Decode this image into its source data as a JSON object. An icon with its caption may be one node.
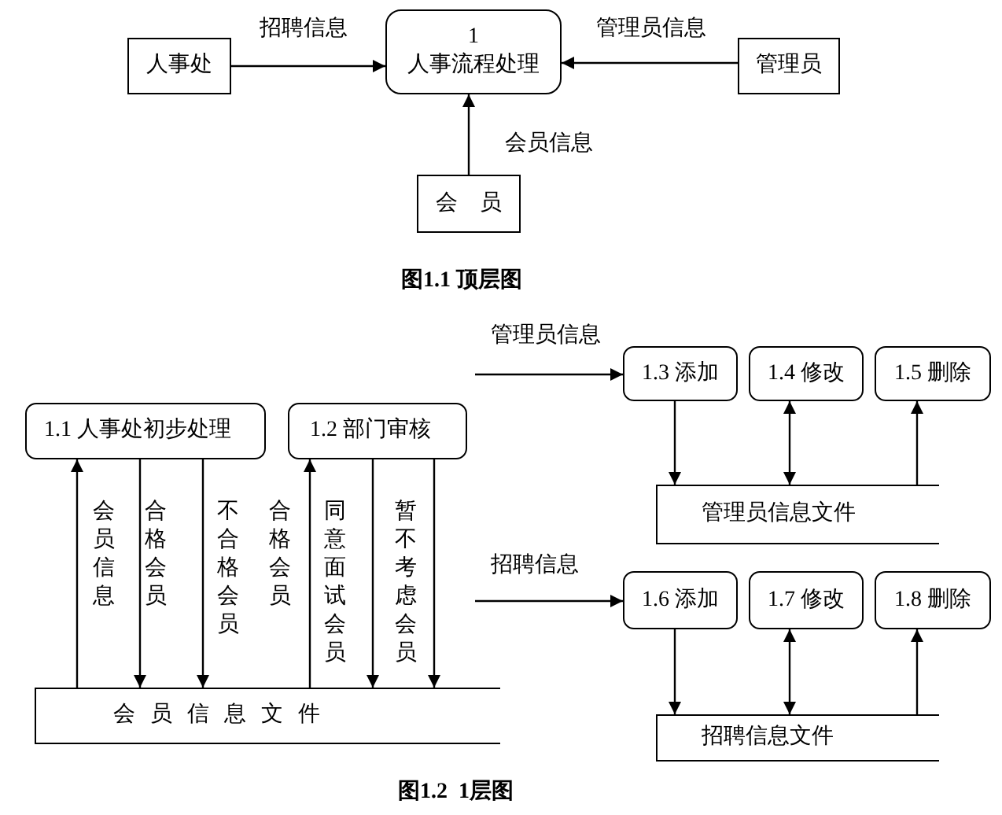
{
  "diagram": {
    "nodes": [
      {
        "text": [
          "人事处"
        ]
      },
      {
        "text": [
          "1",
          "人事流程处理"
        ]
      },
      {
        "text": [
          "管理员"
        ]
      },
      {
        "text": [
          "会　员"
        ]
      },
      {
        "text": [
          "1.1 人事处初步处理"
        ]
      },
      {
        "text": [
          "1.2 部门审核"
        ]
      },
      {
        "text": [
          "1.3 添加"
        ]
      },
      {
        "text": [
          "1.4 修改"
        ]
      },
      {
        "text": [
          "1.5 删除"
        ]
      },
      {
        "text": [
          "管理员信息文件"
        ]
      },
      {
        "text": [
          "1.6 添加"
        ]
      },
      {
        "text": [
          "1.7 修改"
        ]
      },
      {
        "text": [
          "1.8 删除"
        ]
      },
      {
        "text": [
          "招聘信息文件"
        ]
      },
      {
        "text": [
          "会 员 信 息 文 件"
        ]
      }
    ],
    "edges": [
      {
        "from": 0,
        "to": 1,
        "arrow": "to",
        "label": "招聘信息"
      },
      {
        "from": 2,
        "to": 1,
        "arrow": "to",
        "label": "管理员信息"
      },
      {
        "from": 3,
        "to": 1,
        "arrow": "to",
        "label": "会员信息"
      },
      {
        "from": 14,
        "to": 4,
        "arrow": "to",
        "label": "会员信息"
      },
      {
        "from": 4,
        "to": 14,
        "arrow": "to",
        "label": "合格会员"
      },
      {
        "from": 4,
        "to": 14,
        "arrow": "to",
        "label": "不合格会员"
      },
      {
        "from": 14,
        "to": 5,
        "arrow": "to",
        "label": "合格会员"
      },
      {
        "from": 5,
        "to": 14,
        "arrow": "to",
        "label": "同意面试会员"
      },
      {
        "from": 5,
        "to": 14,
        "arrow": "to",
        "label": "暂不考虑会员"
      },
      {
        "from": null,
        "to": 6,
        "arrow": "to",
        "label": "管理员信息"
      },
      {
        "from": 6,
        "to": 9,
        "arrow": "to"
      },
      {
        "from": 7,
        "to": 9,
        "arrow": "both"
      },
      {
        "from": 9,
        "to": 8,
        "arrow": "to"
      },
      {
        "from": null,
        "to": 10,
        "arrow": "to",
        "label": "招聘信息"
      },
      {
        "from": 10,
        "to": 13,
        "arrow": "to"
      },
      {
        "from": 11,
        "to": 13,
        "arrow": "both"
      },
      {
        "from": 13,
        "to": 12,
        "arrow": "to"
      }
    ],
    "labels": [
      "图1.1 顶层图",
      "图1.2  1层图"
    ]
  }
}
